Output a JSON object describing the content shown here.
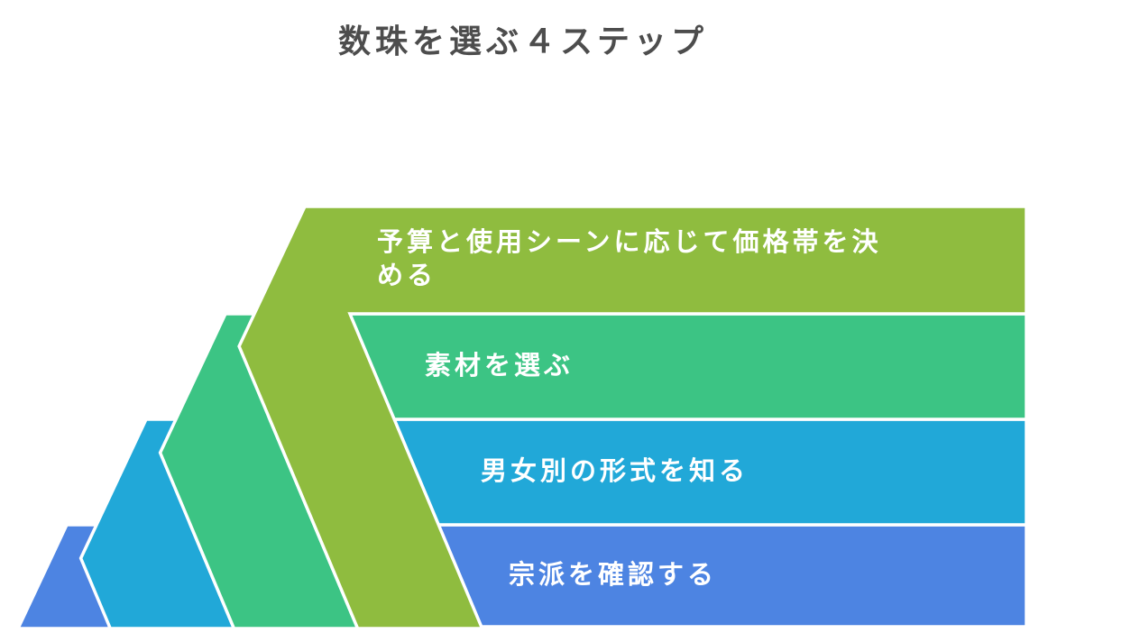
{
  "title": "数珠を選ぶ４ステップ",
  "title_color": "#4d4d4d",
  "background_color": "#ffffff",
  "outline_color": "#ffffff",
  "label_color": "#ffffff",
  "steps": [
    {
      "label": "予算と使用シーンに応じて価格帯を決める",
      "color": "#8fbc3f"
    },
    {
      "label": "素材を選ぶ",
      "color": "#3cc484"
    },
    {
      "label": "男女別の形式を知る",
      "color": "#21a8d8"
    },
    {
      "label": "宗派を確認する",
      "color": "#4d84e2"
    }
  ]
}
